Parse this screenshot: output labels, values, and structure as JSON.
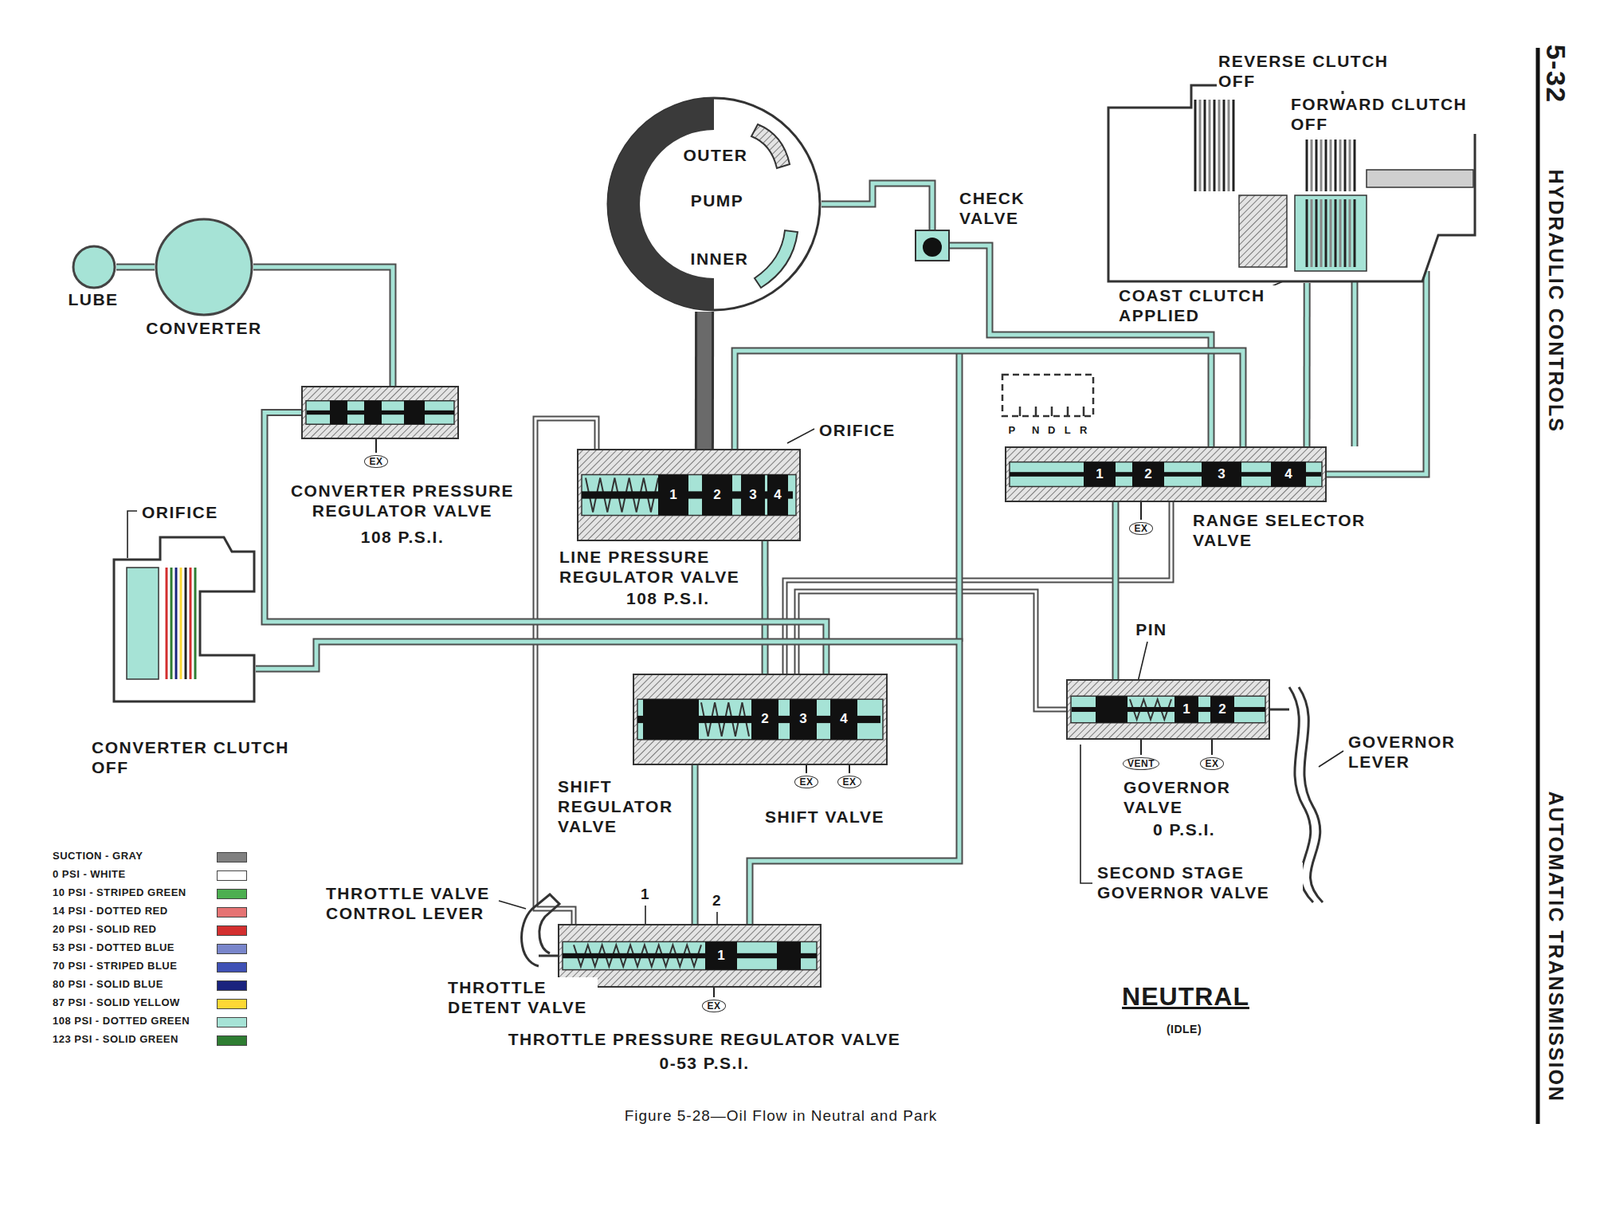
{
  "diagram": {
    "title": "NEUTRAL",
    "caption": "Figure 5-28—Oil Flow in Neutral and Park",
    "nodes": [
      {
        "text": [
          "LUBE"
        ]
      },
      {
        "text": [
          "CONVERTER"
        ]
      },
      {
        "text": [
          "OUTER",
          "PUMP",
          "INNER"
        ]
      },
      {
        "text": [
          "CHECK VALVE"
        ]
      },
      {
        "text": [
          "REVERSE CLUTCH OFF",
          "FORWARD CLUTCH OFF",
          "COAST CLUTCH APPLIED"
        ]
      },
      {
        "text": [
          "CONVERTER PRESSURE REGULATOR VALVE",
          "108 P.S.I."
        ]
      },
      {
        "text": [
          "1",
          "2",
          "3",
          "4",
          "LINE PRESSURE REGULATOR VALVE",
          "108 P.S.I."
        ]
      },
      {
        "text": [
          "1",
          "2",
          "3",
          "4",
          "RANGE SELECTOR VALVE"
        ]
      },
      {
        "text": [
          "CONVERTER CLUTCH OFF"
        ]
      },
      {
        "text": [
          "2",
          "3",
          "4",
          "SHIFT REGULATOR VALVE",
          "SHIFT VALVE"
        ]
      },
      {
        "text": [
          "1",
          "2",
          "GOVERNOR VALVE",
          "0 P.S.I."
        ]
      },
      {
        "text": [
          "1",
          "2",
          "1",
          "THROTTLE DETENT VALVE",
          "THROTTLE PRESSURE REGULATOR VALVE",
          "0-53 P.S.I."
        ]
      }
    ],
    "edges": [
      {
        "from": 1,
        "to": 0,
        "arrow": "none"
      },
      {
        "from": 5,
        "to": 1,
        "arrow": "none"
      },
      {
        "from": 2,
        "to": 6,
        "arrow": "none"
      },
      {
        "from": 2,
        "to": 3,
        "arrow": "none"
      },
      {
        "from": 3,
        "to": 7,
        "arrow": "none"
      },
      {
        "from": 6,
        "to": 7,
        "arrow": "none"
      },
      {
        "from": 7,
        "to": 4,
        "arrow": "none"
      },
      {
        "from": 7,
        "to": 10,
        "arrow": "none"
      },
      {
        "from": 6,
        "to": 9,
        "arrow": "none"
      },
      {
        "from": 5,
        "to": 9,
        "arrow": "none"
      },
      {
        "from": 8,
        "to": 11,
        "arrow": "none"
      },
      {
        "from": 9,
        "to": 11,
        "arrow": "none"
      }
    ],
    "labels": [
      "5-32",
      "HYDRAULIC CONTROLS",
      "AUTOMATIC TRANSMISSION",
      "ORIFICE",
      "ORIFICE",
      "EX",
      "P",
      "N",
      "D",
      "L",
      "R",
      "EX",
      "PIN",
      "EX",
      "EX",
      "VENT",
      "EX",
      "GOVERNOR LEVER",
      "SECOND STAGE GOVERNOR VALVE",
      "THROTTLE VALVE CONTROL LEVER",
      "EX",
      "(IDLE)"
    ],
    "legend": [
      {
        "text": "SUCTION - GRAY",
        "color": "#808080"
      },
      {
        "text": "0 PSI - WHITE",
        "color": "#ffffff"
      },
      {
        "text": "10 PSI - STRIPED GREEN",
        "color": "#4caf50"
      },
      {
        "text": "14 PSI - DOTTED RED",
        "color": "#e57373"
      },
      {
        "text": "20 PSI - SOLID RED",
        "color": "#d32f2f"
      },
      {
        "text": "53 PSI - DOTTED BLUE",
        "color": "#7986cb"
      },
      {
        "text": "70 PSI - STRIPED BLUE",
        "color": "#3f51b5"
      },
      {
        "text": "80 PSI - SOLID BLUE",
        "color": "#1a237e"
      },
      {
        "text": "87 PSI - SOLID YELLOW",
        "color": "#fdd835"
      },
      {
        "text": "108 PSI - DOTTED GREEN",
        "color": "#a6e3d6"
      },
      {
        "text": "123 PSI - SOLID GREEN",
        "color": "#2e7d32"
      }
    ]
  }
}
